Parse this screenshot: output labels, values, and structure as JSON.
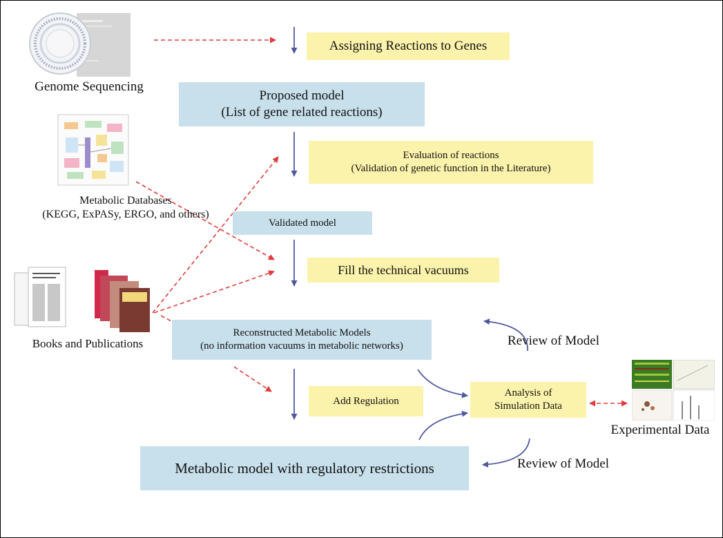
{
  "sources": {
    "genome": "Genome Sequencing",
    "databases_line1": "Metabolic Databases",
    "databases_line2": "(KEGG, ExPASy, ERGO, and others)",
    "books": "Books and Publications",
    "experimental": "Experimental Data"
  },
  "steps": {
    "assign": "Assigning Reactions to Genes",
    "proposed_line1": "Proposed model",
    "proposed_line2": "(List of gene related reactions)",
    "evaluation_line1": "Evaluation of reactions",
    "evaluation_line2": "(Validation of genetic function in the Literature)",
    "validated": "Validated model",
    "fill": "Fill the technical vacuums",
    "reconstructed_line1": "Reconstructed Metabolic Models",
    "reconstructed_line2": "(no information vacuums in metabolic networks)",
    "regulation": "Add Regulation",
    "analysis_line1": "Analysis of",
    "analysis_line2": "Simulation Data",
    "final": "Metabolic model with regulatory restrictions",
    "review_top": "Review of Model",
    "review_bottom": "Review of Model"
  },
  "colors": {
    "blue_box": "#c8e0ec",
    "yellow_box": "#fbf2ab",
    "flow_arrow": "#5058a0",
    "info_arrow": "#e03a3a"
  }
}
